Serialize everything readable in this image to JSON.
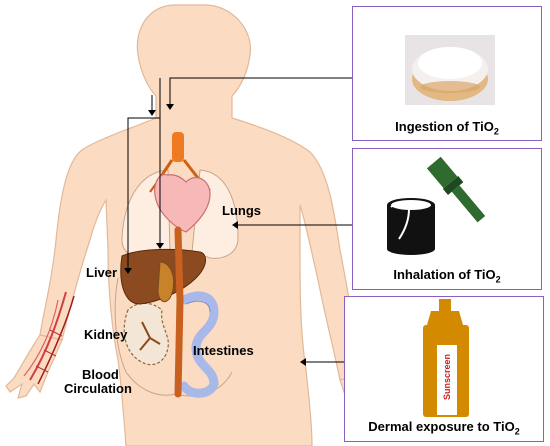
{
  "organs": {
    "lungs": "Lungs",
    "liver": "Liver",
    "kidney": "Kidney",
    "intestines": "Intestines",
    "blood_line1": "Blood",
    "blood_line2": "Circulation"
  },
  "panels": {
    "ingestion": {
      "text": "Ingestion of TiO",
      "sub": "2"
    },
    "inhalation": {
      "text": "Inhalation of TiO",
      "sub": "2"
    },
    "dermal": {
      "text": "Dermal exposure to TiO",
      "sub": "2"
    },
    "sunscreen_label": "Sunscreen"
  },
  "colors": {
    "skin": "#fbdcc3",
    "skin_outline": "#e3b896",
    "box_border": "#8b5fbf",
    "liver": "#8b4a1f",
    "heart": "#f7b8b8",
    "trachea": "#f07a22",
    "intestine": "#a8b8e8",
    "bottle": "#d48a00"
  }
}
